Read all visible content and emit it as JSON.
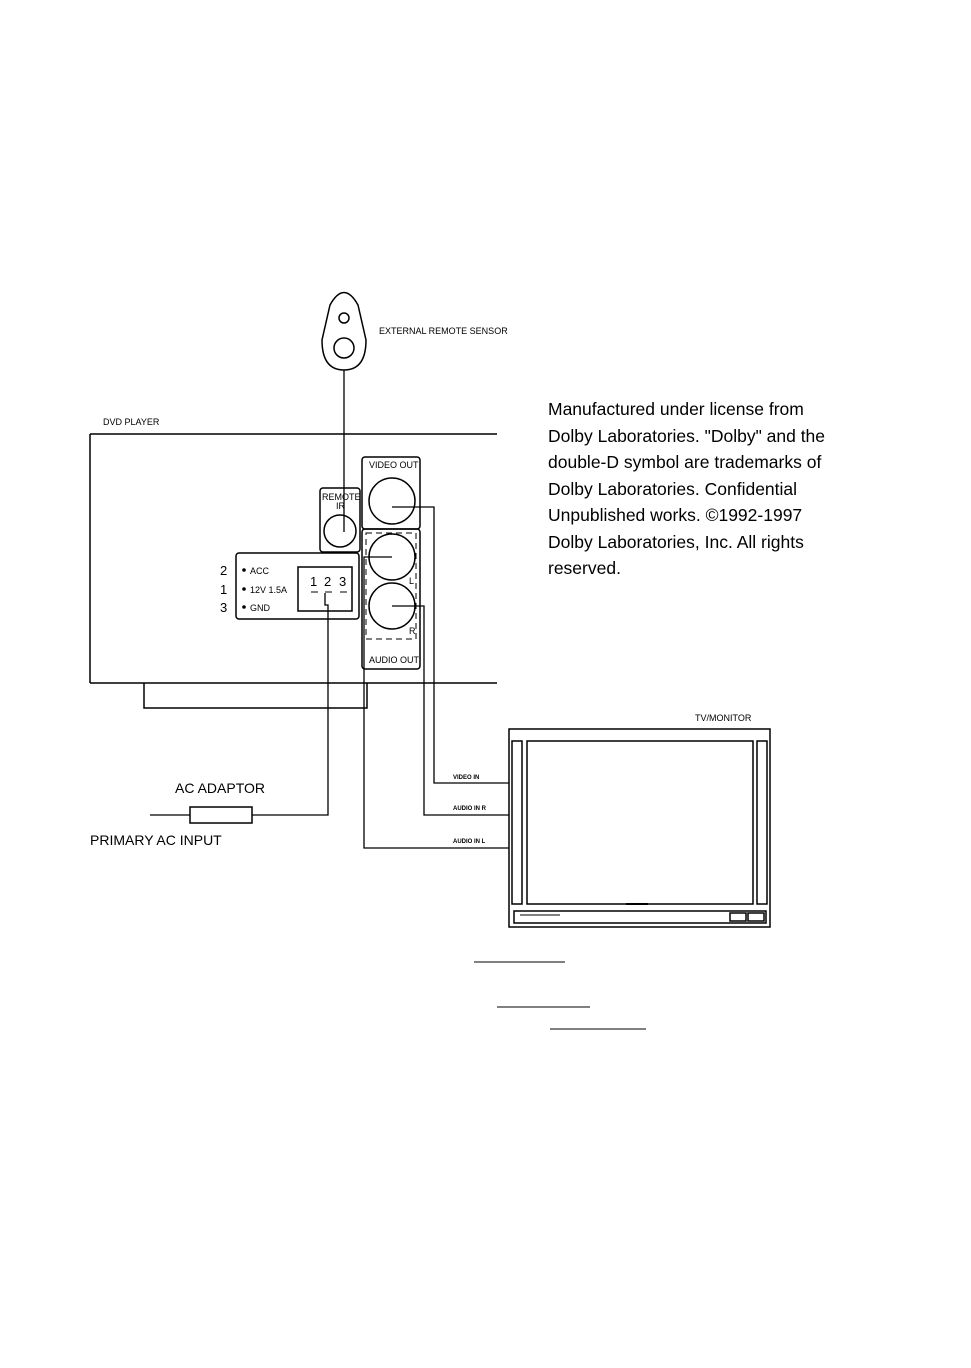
{
  "labels": {
    "external_remote_sensor": "EXTERNAL REMOTE SENSOR",
    "dvd_player": "DVD PLAYER",
    "video_out": "VIDEO OUT",
    "remote_line1": "REMOTE",
    "remote_line2": "IR",
    "audio_out": "AUDIO OUT",
    "audio_left": "L",
    "audio_right": "R",
    "tv_monitor": "TV/MONITOR",
    "video_in": "VIDEO IN",
    "audio_in_r": "AUDIO IN R",
    "audio_in_l": "AUDIO IN L",
    "ac_adaptor": "AC ADAPTOR",
    "primary_ac_input": "PRIMARY AC INPUT"
  },
  "power_connector": {
    "pins": [
      {
        "number": "2",
        "label": "ACC"
      },
      {
        "number": "1",
        "label": "12V 1.5A"
      },
      {
        "number": "3",
        "label": "GND"
      }
    ],
    "socket_numbers": [
      "1",
      "2",
      "3"
    ]
  },
  "notice": {
    "lines": [
      "Manufactured under license from",
      "Dolby Laboratories.  \"Dolby\" and the",
      "double-D symbol are trademarks  of",
      "Dolby Laboratories.  Confidential",
      "Unpublished works. ©1992-1997",
      "Dolby Laboratories, Inc.  All rights",
      "reserved."
    ]
  }
}
